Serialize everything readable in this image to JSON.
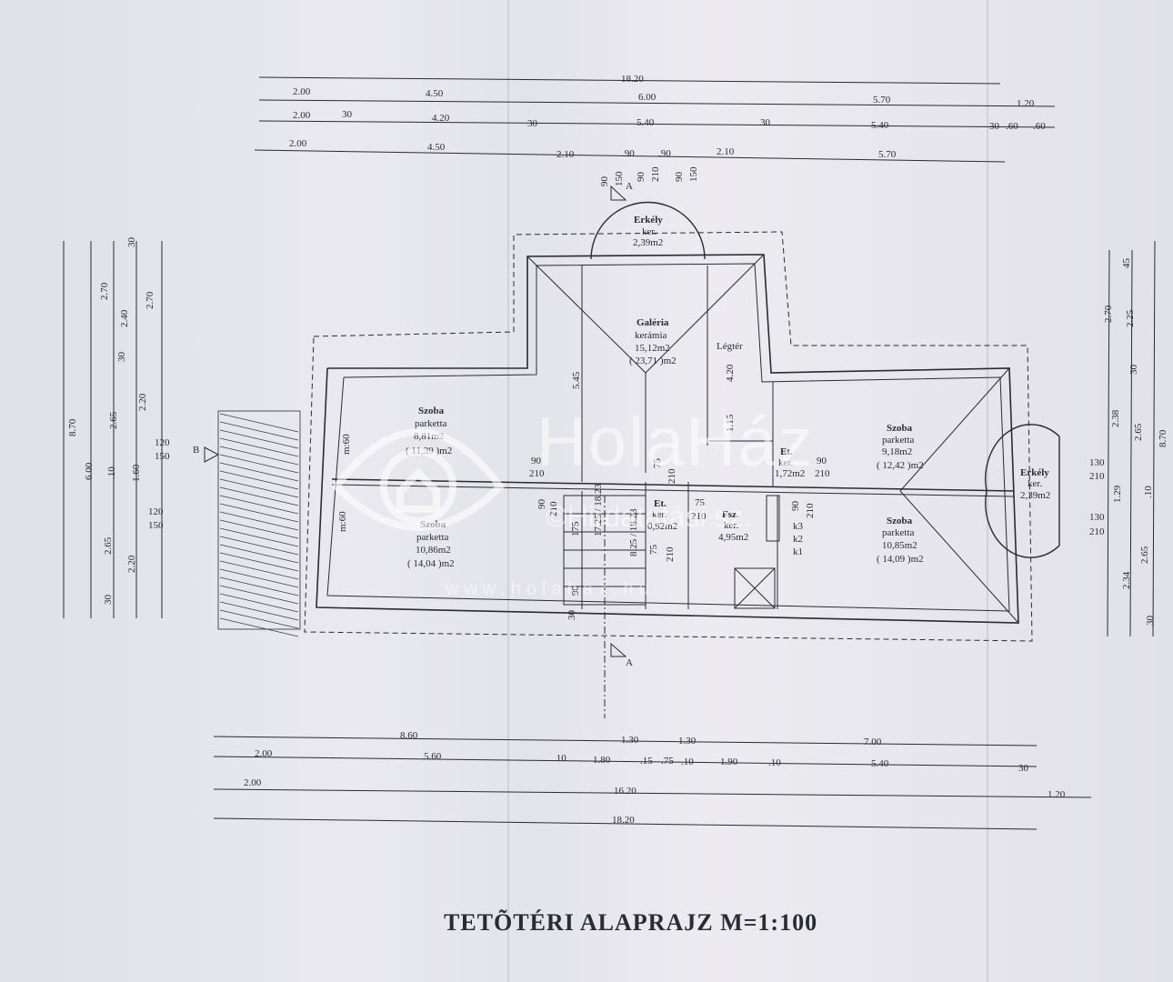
{
  "title": "TETÕTÉRI ALAPRAJZ M=1:100",
  "watermark": {
    "brand": "HolaHáz",
    "sub": "©Hirdatatási sz.",
    "url": "www.holahaz.hu"
  },
  "rooms": {
    "erkely_top": {
      "name": "Erkély",
      "mat": "ker.",
      "area": "2,39m2"
    },
    "galeria": {
      "name": "Galéria",
      "mat": "kerámia",
      "area": "15,12m2",
      "area2": "( 23,71 )m2"
    },
    "legter": "Légtér",
    "szoba_nw": {
      "name": "Szoba",
      "mat": "parketta",
      "area": "8,81m2",
      "area2": "( 11,39 )m2"
    },
    "szoba_sw": {
      "name": "Szoba",
      "mat": "parketta",
      "area": "10,86m2",
      "area2": "( 14,04 )m2"
    },
    "szoba_ne": {
      "name": "Szoba",
      "mat": "parketta",
      "area": "9,18m2",
      "area2": "( 12,42 )m2"
    },
    "szoba_se": {
      "name": "Szoba",
      "mat": "parketta",
      "area": "10,85m2",
      "area2": "( 14,09 )m2"
    },
    "et1": {
      "name": "Et.",
      "mat": "ker.",
      "area": "1,72m2"
    },
    "et2": {
      "name": "Et.",
      "mat": "ker.",
      "area": "0,92m2"
    },
    "fsz": {
      "name": "Fsz.",
      "mat": "ker.",
      "area": "4,95m2"
    },
    "erkely_right": {
      "name": "Erkély",
      "mat": "ker.",
      "area": "2,39m2"
    },
    "k_labels": [
      "k3",
      "k2",
      "k1"
    ]
  },
  "dims": {
    "top_rows": [
      [
        "18.20"
      ],
      [
        "2.00",
        "4.50",
        "6.00",
        "5.70",
        "1.20"
      ],
      [
        "2.00",
        "30",
        "4.20",
        "30",
        "5.40",
        "30",
        "5.40",
        "30",
        ".60",
        ".60"
      ],
      [
        "2.00",
        "4.50",
        "2.10",
        ".90",
        ".90",
        "2.10",
        "5.70"
      ]
    ],
    "bottom_rows": [
      [
        "8.60",
        "1.30",
        "1.30",
        "7.00"
      ],
      [
        "2.00",
        "5.60",
        ".10",
        "1.80",
        ".15",
        ".75",
        ".10",
        "1.90",
        ".10",
        "5.40",
        "30"
      ],
      [
        "2.00",
        "16.20",
        "1.20"
      ],
      [
        "18.20"
      ]
    ],
    "left_outer": [
      "8.70"
    ],
    "left_mid": [
      "6.00"
    ],
    "left_chain1": [
      "2.70",
      "30",
      "2.65",
      ".10",
      "2.65",
      "30"
    ],
    "left_chain2": [
      "30",
      "2.40",
      "1.60"
    ],
    "left_chain3": [
      "2.70",
      "2.20",
      "2.20"
    ],
    "left_small": [
      "120",
      "150",
      "120",
      "150"
    ],
    "right_outer": [
      "8.70"
    ],
    "right_chain1": [
      "45",
      "2.25",
      "30",
      "2.65",
      ".10",
      "2.65",
      "30"
    ],
    "right_chain2": [
      "2.70",
      "2.38",
      "1.29",
      "2.34"
    ],
    "right_small": [
      "130",
      "210",
      "130",
      "210"
    ],
    "inner": [
      "5.45",
      "4.20",
      "1.15",
      "90",
      "150",
      "90",
      "210",
      "90",
      "150"
    ],
    "door_labels": [
      "90",
      "210",
      "90",
      "210",
      "90",
      "210",
      "90",
      "210",
      "75",
      "210",
      "75",
      "210",
      "75",
      "210"
    ],
    "stair": [
      "17.25 / 18.23",
      "8.25 / 18.23",
      "175",
      "90",
      "30"
    ],
    "window_labels": [
      "m:60",
      "m:60"
    ],
    "section_labels": [
      "A",
      "A",
      "B"
    ]
  }
}
